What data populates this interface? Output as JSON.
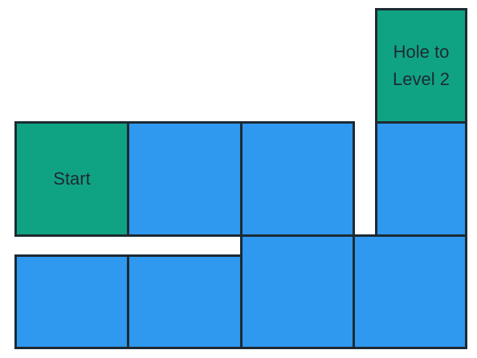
{
  "tiles": {
    "start": {
      "label": "Start",
      "kind": "special"
    },
    "hole_to_level_2": {
      "label": "Hole to\nLevel 2",
      "kind": "special"
    }
  },
  "colors": {
    "floor_tile": "#2f98ef",
    "special_tile": "#10a383",
    "outline": "#1d2a33",
    "background": "#ffffff"
  }
}
